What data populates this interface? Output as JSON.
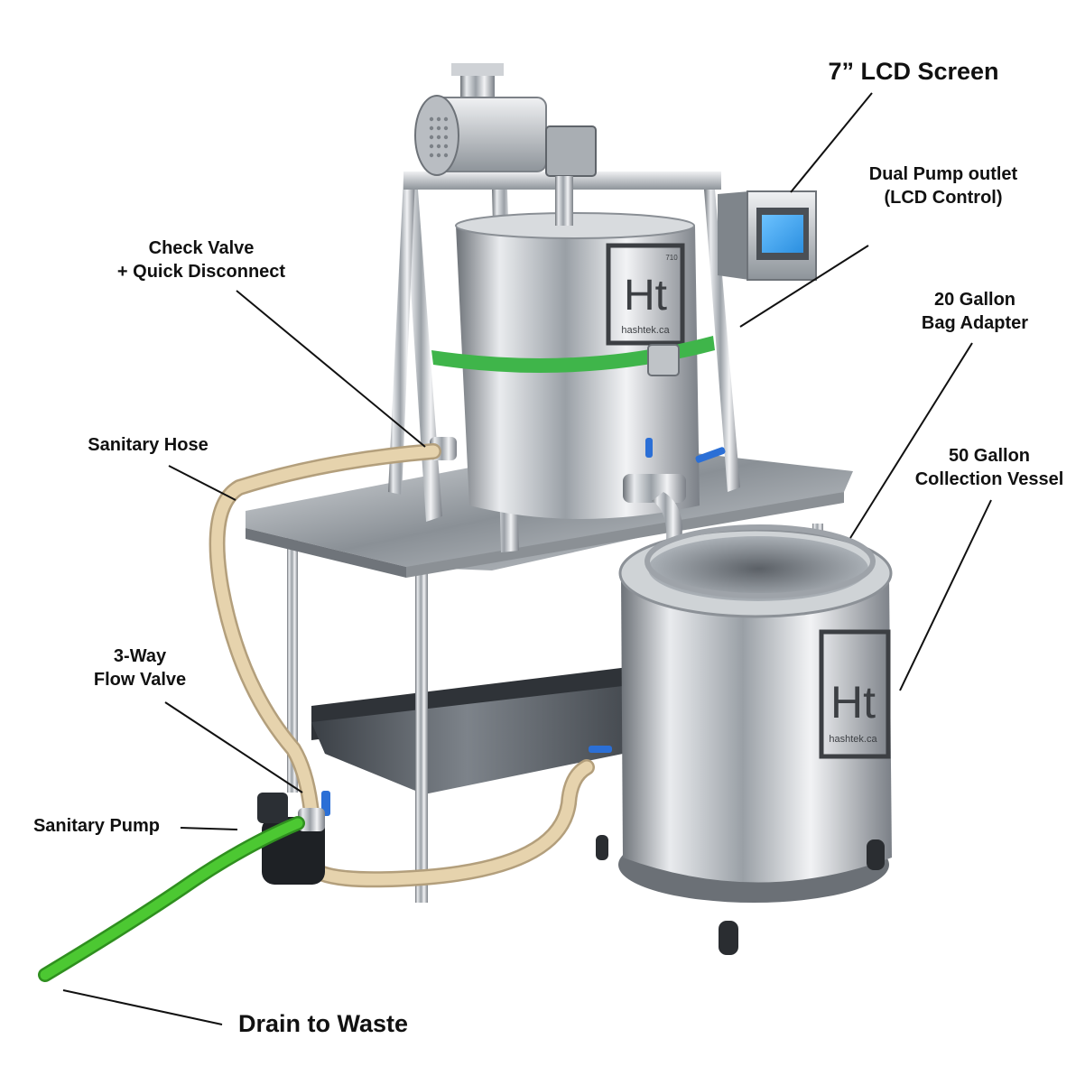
{
  "labels": {
    "lcd_screen": "7” LCD Screen",
    "dual_pump_outlet": [
      "Dual Pump outlet",
      "(LCD Control)"
    ],
    "check_valve": [
      "Check Valve",
      "+ Quick Disconnect"
    ],
    "bag_adapter": [
      "20 Gallon",
      "Bag Adapter"
    ],
    "sanitary_hose": "Sanitary Hose",
    "collection_vessel": [
      "50 Gallon",
      "Collection Vessel"
    ],
    "flow_valve": [
      "3-Way",
      "Flow Valve"
    ],
    "sanitary_pump": "Sanitary Pump",
    "drain": "Drain to Waste"
  },
  "branding": {
    "logo_text": "Ht",
    "logo_sub": "hashtek.ca",
    "logo_num": "710"
  },
  "colors": {
    "steel": "#c9ccd0",
    "strap_green": "#3fb54a",
    "hose_tan": "#e6d3ad",
    "drain_green": "#4cc832",
    "valve_blue": "#2b6fd6",
    "lcd_blue": "#3fa9f5"
  }
}
